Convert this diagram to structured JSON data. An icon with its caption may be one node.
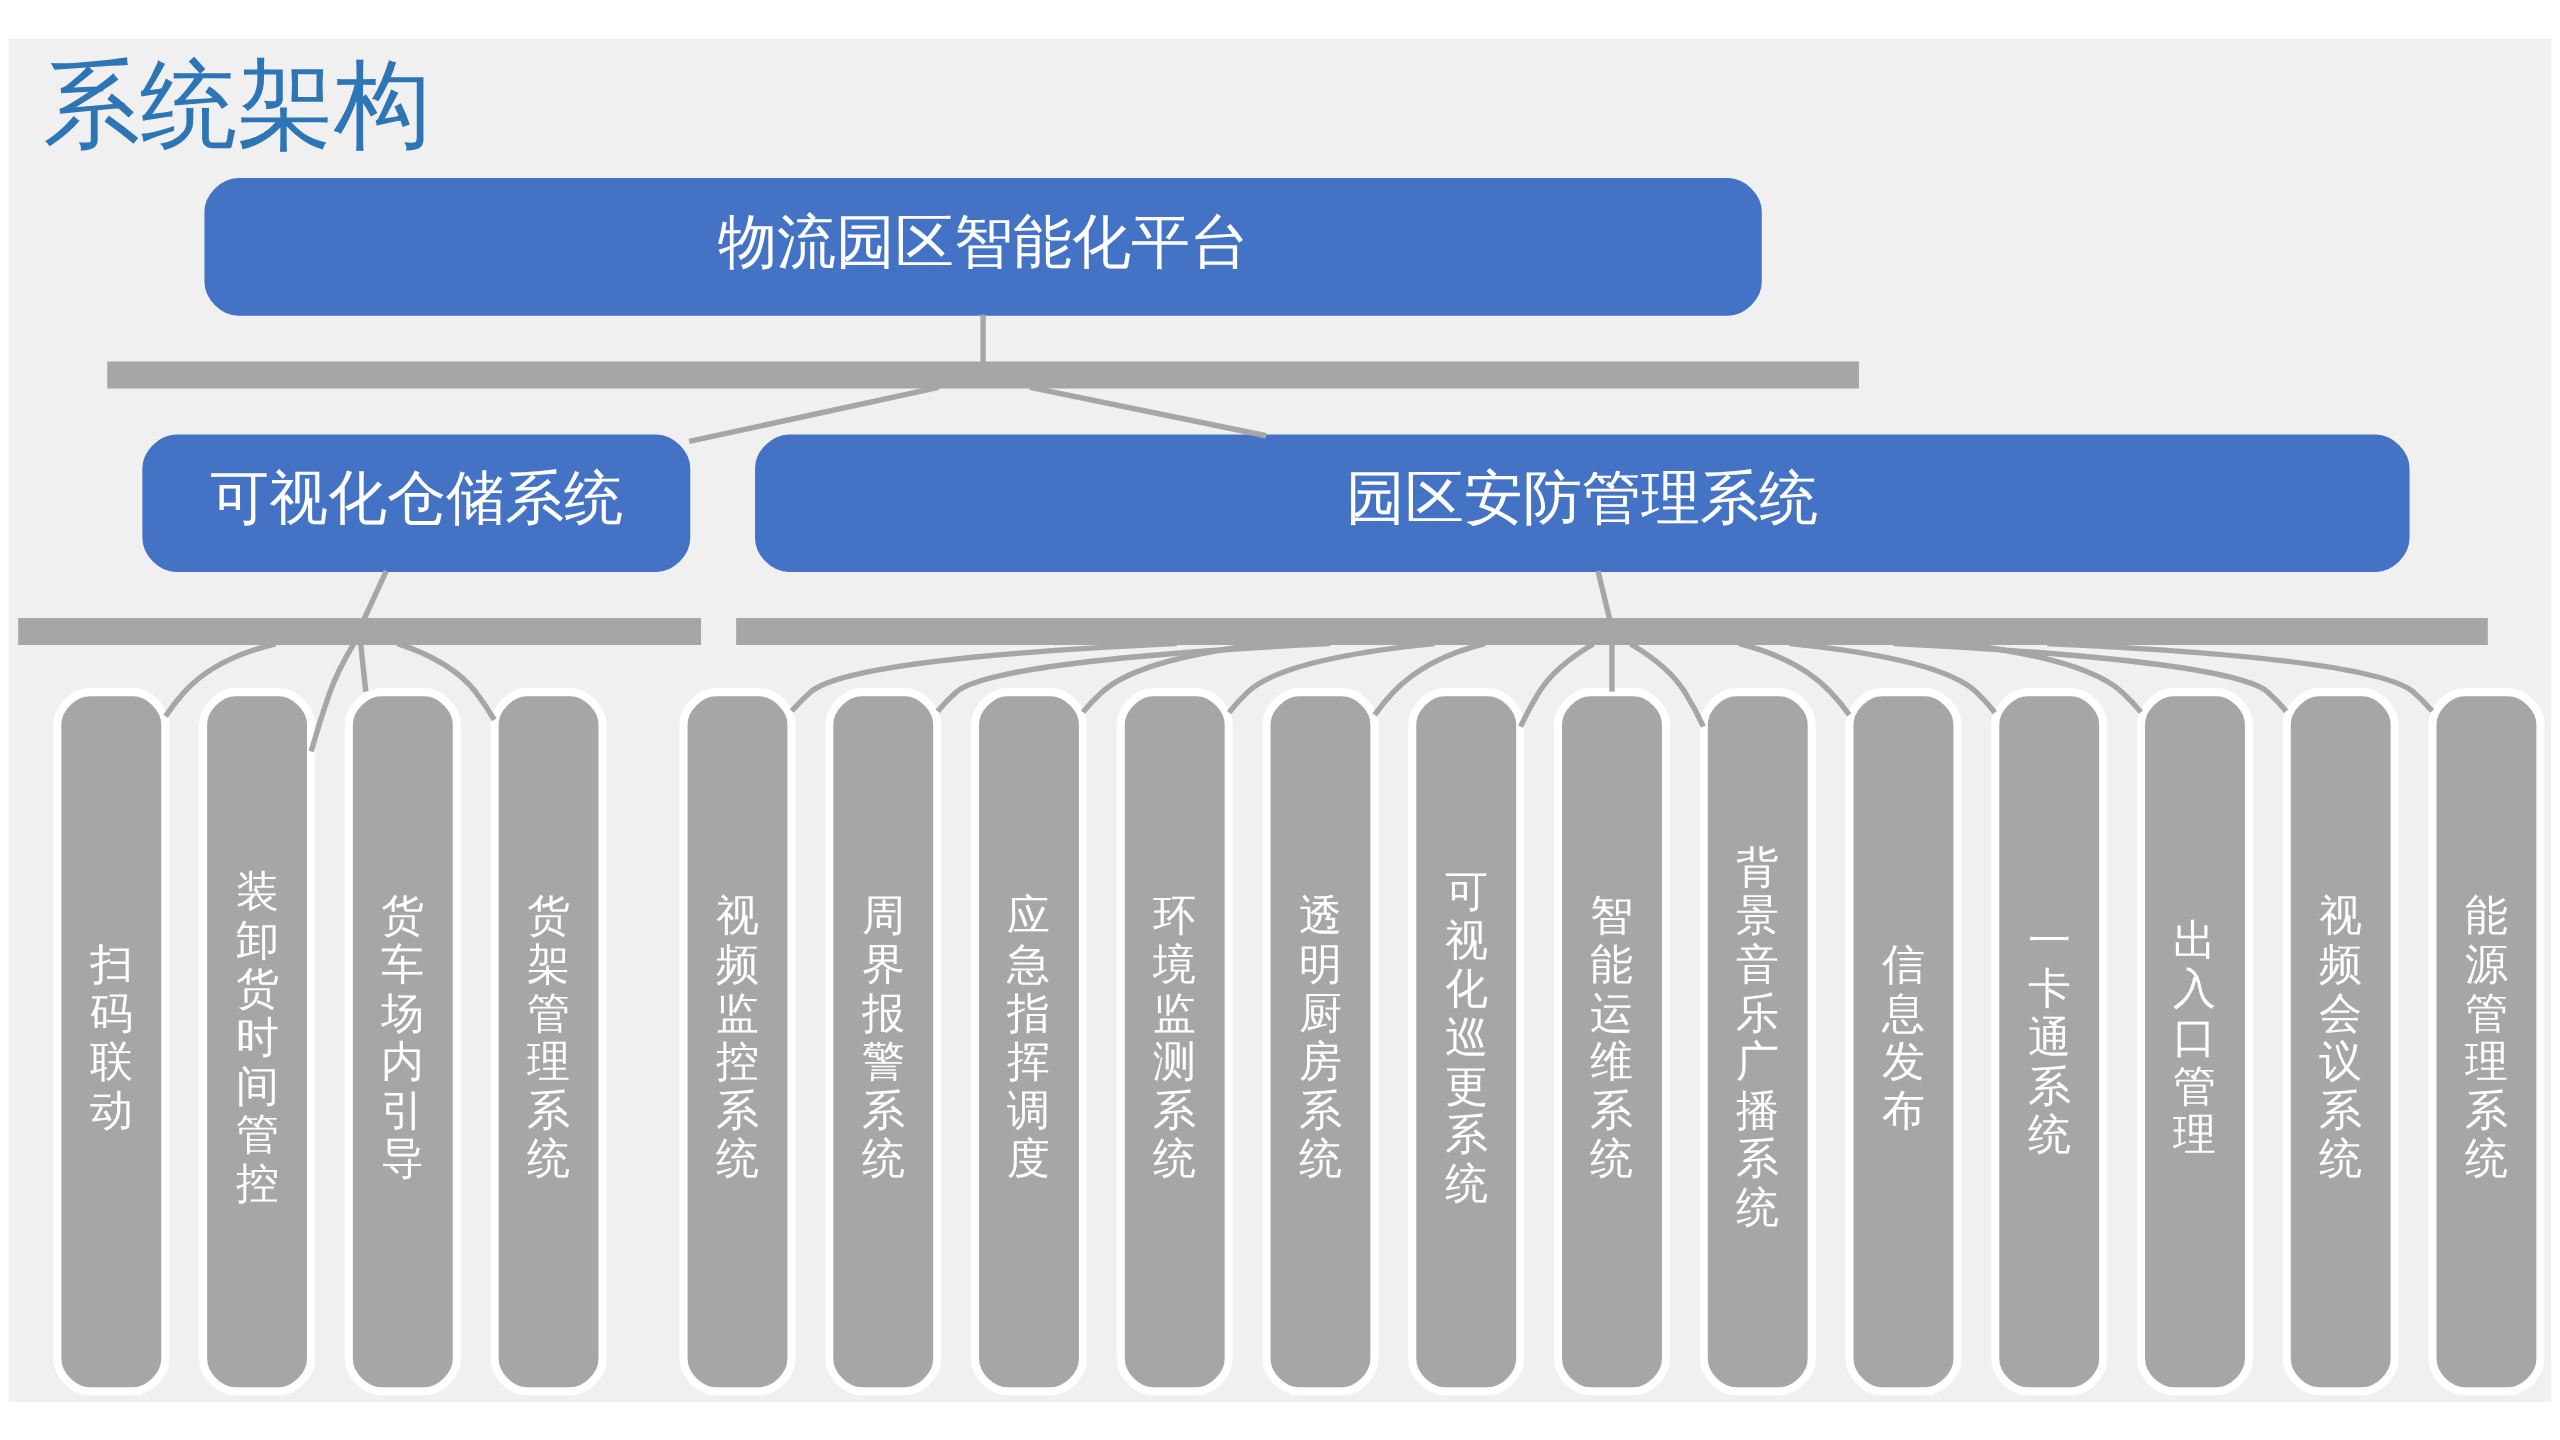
{
  "diagram": {
    "title": "系统架构",
    "nodes": [
      {
        "text": [
          "物流园区智能化平台"
        ]
      },
      {
        "text": [],
        "shape": "bar"
      },
      {
        "text": [
          "可视化仓储系统"
        ]
      },
      {
        "text": [
          "园区安防管理系统"
        ]
      },
      {
        "text": [],
        "shape": "bar"
      },
      {
        "text": [],
        "shape": "bar"
      },
      {
        "text": [
          "扫码联动"
        ]
      },
      {
        "text": [
          "装卸货时间管控"
        ]
      },
      {
        "text": [
          "货车场内引导"
        ]
      },
      {
        "text": [
          "货架管理系统"
        ]
      },
      {
        "text": [
          "视频监控系统"
        ]
      },
      {
        "text": [
          "周界报警系统"
        ]
      },
      {
        "text": [
          "应急指挥调度"
        ]
      },
      {
        "text": [
          "环境监测系统"
        ]
      },
      {
        "text": [
          "透明厨房系统"
        ]
      },
      {
        "text": [
          "可视化巡更系统"
        ]
      },
      {
        "text": [
          "智能运维系统"
        ]
      },
      {
        "text": [
          "背景音乐广播系统"
        ]
      },
      {
        "text": [
          "信息发布"
        ]
      },
      {
        "text": [
          "一卡通系统"
        ]
      },
      {
        "text": [
          "出入口管理"
        ]
      },
      {
        "text": [
          "视频会议系统"
        ]
      },
      {
        "text": [
          "能源管理系统"
        ]
      }
    ],
    "edges": [
      {
        "from": 0,
        "to": 1,
        "arrow": "none"
      },
      {
        "from": 1,
        "to": 2,
        "arrow": "none"
      },
      {
        "from": 1,
        "to": 3,
        "arrow": "none"
      },
      {
        "from": 2,
        "to": 4,
        "arrow": "none"
      },
      {
        "from": 3,
        "to": 5,
        "arrow": "none"
      },
      {
        "from": 4,
        "to": 6,
        "arrow": "none"
      },
      {
        "from": 4,
        "to": 7,
        "arrow": "none"
      },
      {
        "from": 4,
        "to": 8,
        "arrow": "none"
      },
      {
        "from": 4,
        "to": 9,
        "arrow": "none"
      },
      {
        "from": 5,
        "to": 10,
        "arrow": "none"
      },
      {
        "from": 5,
        "to": 11,
        "arrow": "none"
      },
      {
        "from": 5,
        "to": 12,
        "arrow": "none"
      },
      {
        "from": 5,
        "to": 13,
        "arrow": "none"
      },
      {
        "from": 5,
        "to": 14,
        "arrow": "none"
      },
      {
        "from": 5,
        "to": 15,
        "arrow": "none"
      },
      {
        "from": 5,
        "to": 16,
        "arrow": "none"
      },
      {
        "from": 5,
        "to": 17,
        "arrow": "none"
      },
      {
        "from": 5,
        "to": 18,
        "arrow": "none"
      },
      {
        "from": 5,
        "to": 19,
        "arrow": "none"
      },
      {
        "from": 5,
        "to": 20,
        "arrow": "none"
      },
      {
        "from": 5,
        "to": 21,
        "arrow": "none"
      },
      {
        "from": 5,
        "to": 22,
        "arrow": "none"
      }
    ]
  }
}
